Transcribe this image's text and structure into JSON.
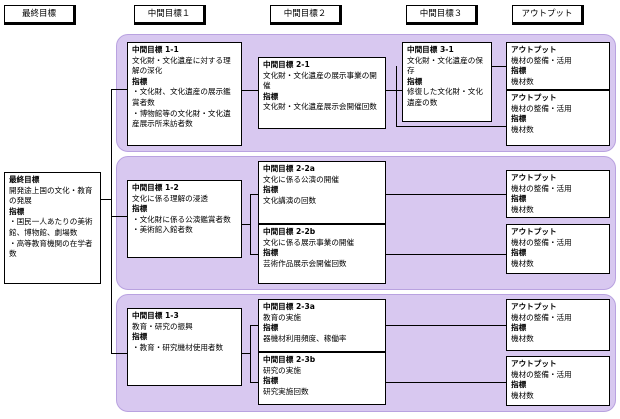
{
  "headers": {
    "final": "最終目標",
    "mid1": "中間目標１",
    "mid2": "中間目標２",
    "mid3": "中間目標３",
    "output": "アウトプット"
  },
  "final_box": {
    "heading": "最終目標",
    "body": "開発途上国の文化・教育の発展",
    "ind_label": "指標",
    "ind": "・国民一人あたりの美術館、博物館、劇場数\n・高等教育機関の在学者数"
  },
  "m1_1": {
    "heading": "中間目標 1-1",
    "body": "文化財・文化遺産に対する理解の深化",
    "ind_label": "指標",
    "ind": "・文化財、文化遺産の展示鑑賞者数\n・博物館等の文化財・文化遺産展示所来訪者数"
  },
  "m1_2": {
    "heading": "中間目標 1-2",
    "body": "文化に係る理解の浸透",
    "ind_label": "指標",
    "ind": "・文化財に係る公演鑑賞者数\n・美術館入館者数"
  },
  "m1_3": {
    "heading": "中間目標 1-3",
    "body": "教育・研究の振興",
    "ind_label": "指標",
    "ind": "・教育・研究機材使用者数"
  },
  "m2_1": {
    "heading": "中間目標 2-1",
    "body": "文化財・文化遺産の展示事業の開催",
    "ind_label": "指標",
    "ind": "文化財・文化遺産展示会開催回数"
  },
  "m2_2a": {
    "heading": "中間目標 2-2a",
    "body": "文化に係る公演の開催",
    "ind_label": "指標",
    "ind": "文化講演の回数"
  },
  "m2_2b": {
    "heading": "中間目標 2-2b",
    "body": "文化に係る展示事業の開催",
    "ind_label": "指標",
    "ind": "芸術作品展示会開催回数"
  },
  "m2_3a": {
    "heading": "中間目標 2-3a",
    "body": "教育の実施",
    "ind_label": "指標",
    "ind": "器機材利用頻度、稼働率"
  },
  "m2_3b": {
    "heading": "中間目標 2-3b",
    "body": "研究の実施",
    "ind_label": "指標",
    "ind": "研究実施回数"
  },
  "m3_1": {
    "heading": "中間目標 3-1",
    "body": "文化財・文化遺産の保存",
    "ind_label": "指標",
    "ind": "修復した文化財・文化遺産の数"
  },
  "output_box": {
    "heading": "アウトプット",
    "body": "機材の整備・活用",
    "ind_label": "指標",
    "ind": "機材数"
  }
}
